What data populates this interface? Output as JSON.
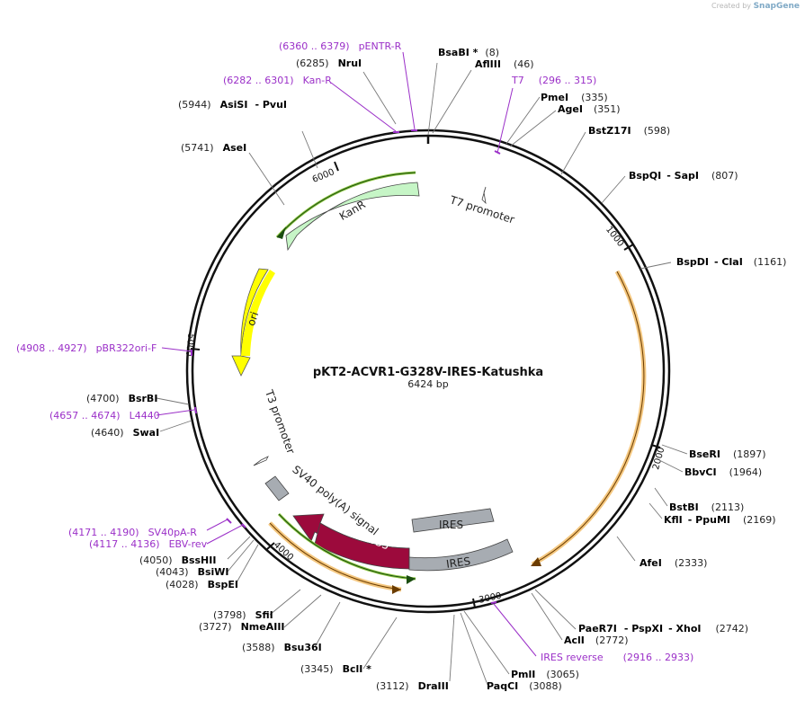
{
  "watermark": {
    "prefix": "Created by",
    "brand": "SnapGene"
  },
  "plasmid": {
    "name": "pKT2-ACVR1-G328V-IRES-Katushka",
    "length_label": "6424 bp"
  },
  "ticks": [
    "1000",
    "2000",
    "3000",
    "4000",
    "5000",
    "6000"
  ],
  "sites": [
    {
      "pos": "(8)",
      "name": "BsaBI *"
    },
    {
      "pos": "(46)",
      "name": "AflIII"
    },
    {
      "pos": "(335)",
      "name": "PmeI"
    },
    {
      "pos": "(351)",
      "name": "AgeI"
    },
    {
      "pos": "(598)",
      "name": "BstZ17I"
    },
    {
      "pos": "(807)",
      "name": "BspQI",
      "name2": "- SapI"
    },
    {
      "pos": "(1161)",
      "name": "BspDI",
      "name2": "- ClaI"
    },
    {
      "pos": "(1897)",
      "name": "BseRI"
    },
    {
      "pos": "(1964)",
      "name": "BbvCI"
    },
    {
      "pos": "(2113)",
      "name": "BstBI"
    },
    {
      "pos": "(2169)",
      "name": "KflI",
      "name2": "- PpuMI"
    },
    {
      "pos": "(2333)",
      "name": "AfeI"
    },
    {
      "pos": "(2742)",
      "name": "PaeR7I",
      "name2": "- PspXI",
      "name3": "- XhoI"
    },
    {
      "pos": "(2772)",
      "name": "AclI"
    },
    {
      "pos": "(3065)",
      "name": "PmlI"
    },
    {
      "pos": "(3088)",
      "name": "PaqCI"
    },
    {
      "pos": "(3112)",
      "name": "DraIII"
    },
    {
      "pos": "(3345)",
      "name": "BclI *"
    },
    {
      "pos": "(3588)",
      "name": "Bsu36I"
    },
    {
      "pos": "(3727)",
      "name": "NmeAIII"
    },
    {
      "pos": "(3798)",
      "name": "SfiI"
    },
    {
      "pos": "(4028)",
      "name": "BspEI"
    },
    {
      "pos": "(4043)",
      "name": "BsiWI"
    },
    {
      "pos": "(4050)",
      "name": "BssHII"
    },
    {
      "pos": "(4640)",
      "name": "SwaI"
    },
    {
      "pos": "(4700)",
      "name": "BsrBI"
    },
    {
      "pos": "(5741)",
      "name": "AseI"
    },
    {
      "pos": "(5944)",
      "name": "AsiSI",
      "name2": "- PvuI"
    },
    {
      "pos": "(6285)",
      "name": "NruI"
    }
  ],
  "primers": [
    {
      "range": "(6360 .. 6379)",
      "name": "pENTR-R"
    },
    {
      "range": "(6282 .. 6301)",
      "name": "Kan-R"
    },
    {
      "range": "(296 .. 315)",
      "name": "T7"
    },
    {
      "range": "(4908 .. 4927)",
      "name": "pBR322ori-F"
    },
    {
      "range": "(4657 .. 4674)",
      "name": "L4440"
    },
    {
      "range": "(4171 .. 4190)",
      "name": "SV40pA-R"
    },
    {
      "range": "(4117 .. 4136)",
      "name": "EBV-rev"
    },
    {
      "range": "(2916 .. 2933)",
      "name": "IRES reverse"
    }
  ],
  "features": {
    "kanr": "KanR",
    "t7_promoter": "T7 promoter",
    "ori": "ori",
    "t3_promoter": "T3 promoter",
    "sv40": "SV40 poly(A) signal",
    "ires": "IRES",
    "turbofp": "TurboFP635"
  },
  "colors": {
    "backbone": "#111111",
    "kanr": "#c6f5c6",
    "ori": "#ffff00",
    "ires": "#a7acb2",
    "turbofp": "#9c0a3c",
    "orf_orange": "#f4c77f",
    "orf_green": "#8cc63f",
    "primer": "#9b30c8"
  }
}
